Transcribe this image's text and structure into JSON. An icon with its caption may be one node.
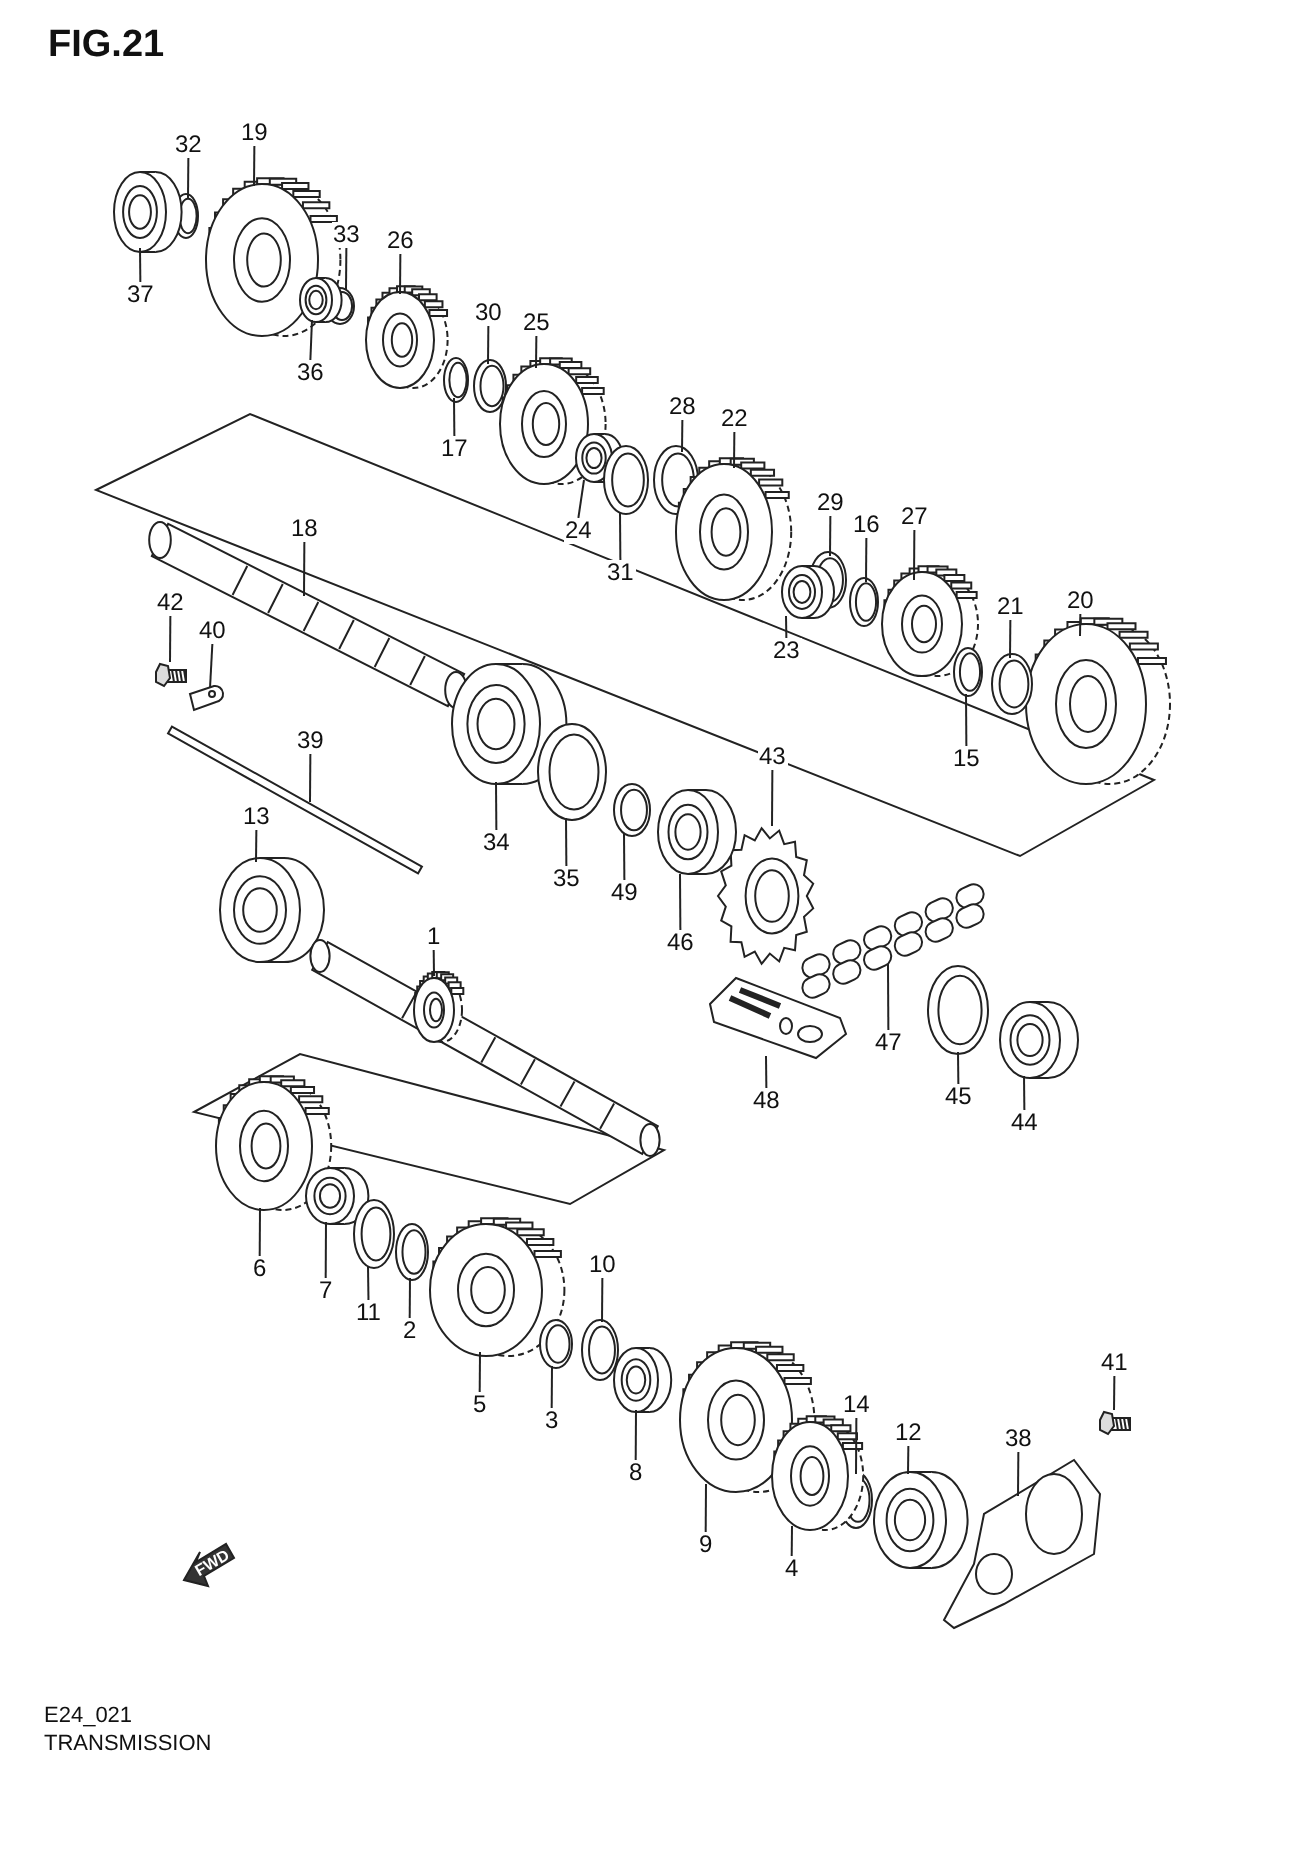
{
  "diagram": {
    "title": "FIG.21",
    "caption": "TRANSMISSION",
    "nodes": [
      {
        "text": [
          "19"
        ]
      },
      {
        "text": [],
        "shape": "picture"
      },
      {
        "text": [
          "32"
        ]
      },
      {
        "text": [],
        "shape": "picture"
      },
      {
        "text": [
          "37"
        ]
      },
      {
        "text": [],
        "shape": "picture"
      },
      {
        "text": [
          "33"
        ]
      },
      {
        "text": [],
        "shape": "picture"
      },
      {
        "text": [
          "26"
        ]
      },
      {
        "text": [],
        "shape": "picture"
      },
      {
        "text": [
          "30"
        ]
      },
      {
        "text": [],
        "shape": "picture"
      },
      {
        "text": [
          "25"
        ]
      },
      {
        "text": [],
        "shape": "picture"
      },
      {
        "text": [
          "36"
        ]
      },
      {
        "text": [],
        "shape": "picture"
      },
      {
        "text": [
          "17"
        ]
      },
      {
        "text": [],
        "shape": "picture"
      },
      {
        "text": [
          "28"
        ]
      },
      {
        "text": [],
        "shape": "picture"
      },
      {
        "text": [
          "22"
        ]
      },
      {
        "text": [],
        "shape": "picture"
      },
      {
        "text": [
          "29"
        ]
      },
      {
        "text": [],
        "shape": "picture"
      },
      {
        "text": [
          "16"
        ]
      },
      {
        "text": [],
        "shape": "picture"
      },
      {
        "text": [
          "27"
        ]
      },
      {
        "text": [],
        "shape": "picture"
      },
      {
        "text": [
          "24"
        ]
      },
      {
        "text": [],
        "shape": "picture"
      },
      {
        "text": [
          "18"
        ]
      },
      {
        "text": [],
        "shape": "picture"
      },
      {
        "text": [
          "31"
        ]
      },
      {
        "text": [],
        "shape": "picture"
      },
      {
        "text": [
          "20"
        ]
      },
      {
        "text": [],
        "shape": "picture"
      },
      {
        "text": [
          "21"
        ]
      },
      {
        "text": [],
        "shape": "picture"
      },
      {
        "text": [
          "42"
        ]
      },
      {
        "text": [],
        "shape": "picture"
      },
      {
        "text": [
          "40"
        ]
      },
      {
        "text": [],
        "shape": "picture"
      },
      {
        "text": [
          "23"
        ]
      },
      {
        "text": [],
        "shape": "picture"
      },
      {
        "text": [
          "39"
        ]
      },
      {
        "text": [],
        "shape": "picture"
      },
      {
        "text": [
          "43"
        ]
      },
      {
        "text": [],
        "shape": "picture"
      },
      {
        "text": [
          "15"
        ]
      },
      {
        "text": [],
        "shape": "picture"
      },
      {
        "text": [
          "13"
        ]
      },
      {
        "text": [],
        "shape": "picture"
      },
      {
        "text": [
          "34"
        ]
      },
      {
        "text": [],
        "shape": "picture"
      },
      {
        "text": [
          "35"
        ]
      },
      {
        "text": [],
        "shape": "picture"
      },
      {
        "text": [
          "49"
        ]
      },
      {
        "text": [],
        "shape": "picture"
      },
      {
        "text": [
          "1"
        ]
      },
      {
        "text": [],
        "shape": "picture"
      },
      {
        "text": [
          "46"
        ]
      },
      {
        "text": [],
        "shape": "picture"
      },
      {
        "text": [
          "47"
        ]
      },
      {
        "text": [],
        "shape": "picture"
      },
      {
        "text": [
          "45"
        ]
      },
      {
        "text": [],
        "shape": "picture"
      },
      {
        "text": [
          "48"
        ]
      },
      {
        "text": [],
        "shape": "picture"
      },
      {
        "text": [
          "44"
        ]
      },
      {
        "text": [],
        "shape": "picture"
      },
      {
        "text": [
          "6"
        ]
      },
      {
        "text": [],
        "shape": "picture"
      },
      {
        "text": [
          "10"
        ]
      },
      {
        "text": [],
        "shape": "picture"
      },
      {
        "text": [
          "7"
        ]
      },
      {
        "text": [],
        "shape": "picture"
      },
      {
        "text": [
          "11"
        ]
      },
      {
        "text": [],
        "shape": "picture"
      },
      {
        "text": [
          "2"
        ]
      },
      {
        "text": [],
        "shape": "picture"
      },
      {
        "text": [
          "41"
        ]
      },
      {
        "text": [],
        "shape": "picture"
      },
      {
        "text": [
          "5"
        ]
      },
      {
        "text": [],
        "shape": "picture"
      },
      {
        "text": [
          "14"
        ]
      },
      {
        "text": [],
        "shape": "picture"
      },
      {
        "text": [
          "3"
        ]
      },
      {
        "text": [],
        "shape": "picture"
      },
      {
        "text": [
          "12"
        ]
      },
      {
        "text": [],
        "shape": "picture"
      },
      {
        "text": [
          "38"
        ]
      },
      {
        "text": [],
        "shape": "picture"
      },
      {
        "text": [
          "8"
        ]
      },
      {
        "text": [],
        "shape": "picture"
      },
      {
        "text": [
          "9"
        ]
      },
      {
        "text": [],
        "shape": "picture"
      },
      {
        "text": [
          "4"
        ]
      },
      {
        "text": [],
        "shape": "picture"
      }
    ],
    "edges": [
      {
        "from": 0,
        "to": 1,
        "arrow": "none"
      },
      {
        "from": 2,
        "to": 3,
        "arrow": "none"
      },
      {
        "from": 4,
        "to": 5,
        "arrow": "none"
      },
      {
        "from": 6,
        "to": 7,
        "arrow": "none"
      },
      {
        "from": 8,
        "to": 9,
        "arrow": "none"
      },
      {
        "from": 10,
        "to": 11,
        "arrow": "none"
      },
      {
        "from": 12,
        "to": 13,
        "arrow": "none"
      },
      {
        "from": 14,
        "to": 15,
        "arrow": "none"
      },
      {
        "from": 16,
        "to": 17,
        "arrow": "none"
      },
      {
        "from": 18,
        "to": 19,
        "arrow": "none"
      },
      {
        "from": 20,
        "to": 21,
        "arrow": "none"
      },
      {
        "from": 22,
        "to": 23,
        "arrow": "none"
      },
      {
        "from": 24,
        "to": 25,
        "arrow": "none"
      },
      {
        "from": 26,
        "to": 27,
        "arrow": "none"
      },
      {
        "from": 28,
        "to": 29,
        "arrow": "none"
      },
      {
        "from": 30,
        "to": 31,
        "arrow": "none"
      },
      {
        "from": 32,
        "to": 33,
        "arrow": "none"
      },
      {
        "from": 34,
        "to": 35,
        "arrow": "none"
      },
      {
        "from": 36,
        "to": 37,
        "arrow": "none"
      },
      {
        "from": 38,
        "to": 39,
        "arrow": "none"
      },
      {
        "from": 40,
        "to": 41,
        "arrow": "none"
      },
      {
        "from": 42,
        "to": 43,
        "arrow": "none"
      },
      {
        "from": 44,
        "to": 45,
        "arrow": "none"
      },
      {
        "from": 46,
        "to": 47,
        "arrow": "none"
      },
      {
        "from": 48,
        "to": 49,
        "arrow": "none"
      },
      {
        "from": 50,
        "to": 51,
        "arrow": "none"
      },
      {
        "from": 52,
        "to": 53,
        "arrow": "none"
      },
      {
        "from": 54,
        "to": 55,
        "arrow": "none"
      },
      {
        "from": 56,
        "to": 57,
        "arrow": "none"
      },
      {
        "from": 58,
        "to": 59,
        "arrow": "none"
      },
      {
        "from": 60,
        "to": 61,
        "arrow": "none"
      },
      {
        "from": 62,
        "to": 63,
        "arrow": "none"
      },
      {
        "from": 64,
        "to": 65,
        "arrow": "none"
      },
      {
        "from": 66,
        "to": 67,
        "arrow": "none"
      },
      {
        "from": 68,
        "to": 69,
        "arrow": "none"
      },
      {
        "from": 70,
        "to": 71,
        "arrow": "none"
      },
      {
        "from": 72,
        "to": 73,
        "arrow": "none"
      },
      {
        "from": 74,
        "to": 75,
        "arrow": "none"
      },
      {
        "from": 76,
        "to": 77,
        "arrow": "none"
      },
      {
        "from": 78,
        "to": 79,
        "arrow": "none"
      },
      {
        "from": 80,
        "to": 81,
        "arrow": "none"
      },
      {
        "from": 82,
        "to": 83,
        "arrow": "none"
      },
      {
        "from": 84,
        "to": 85,
        "arrow": "none"
      },
      {
        "from": 86,
        "to": 87,
        "arrow": "none"
      },
      {
        "from": 88,
        "to": 89,
        "arrow": "none"
      },
      {
        "from": 90,
        "to": 91,
        "arrow": "none"
      },
      {
        "from": 92,
        "to": 93,
        "arrow": "none"
      },
      {
        "from": 94,
        "to": 95,
        "arrow": "none"
      },
      {
        "from": 96,
        "to": 97,
        "arrow": "none"
      }
    ],
    "labels": [
      "FWD",
      "E24_021"
    ]
  }
}
